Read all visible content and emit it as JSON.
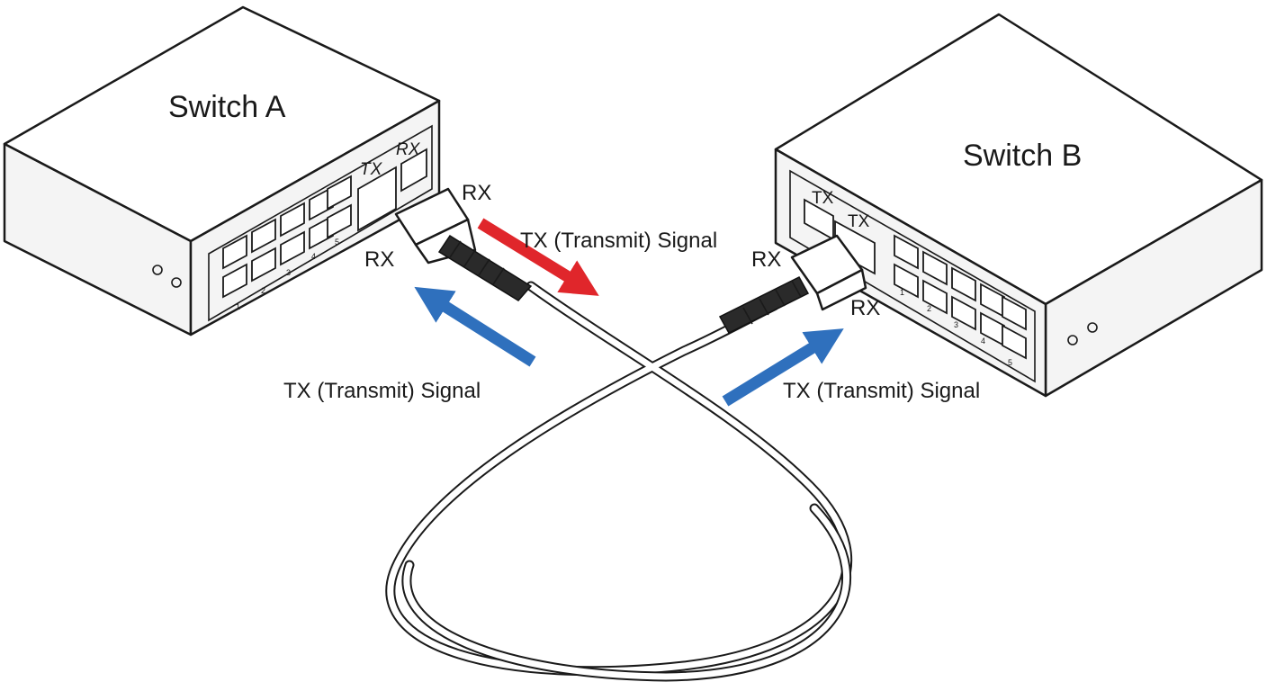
{
  "switch_a": {
    "title": "Switch A",
    "port_tx_label": "TX",
    "port_rx_label": "RX",
    "sfp_rx_label_top": "RX",
    "sfp_rx_label_bottom": "RX",
    "port_numbers": [
      "1",
      "2",
      "3",
      "4",
      "5"
    ]
  },
  "switch_b": {
    "title": "Switch B",
    "port_tx_label": "TX",
    "sfp_tx_label": "TX",
    "sfp_rx_label_left": "RX",
    "sfp_rx_label_bottom": "RX",
    "port_numbers": [
      "1",
      "2",
      "3",
      "4",
      "5"
    ]
  },
  "signals": {
    "red_arrow_label": "TX (Transmit) Signal",
    "blue_arrow_left_label": "TX  (Transmit) Signal",
    "blue_arrow_right_label": "TX  (Transmit) Signal"
  },
  "colors": {
    "red_arrow": "#e0262b",
    "blue_arrow": "#2f70bd"
  }
}
